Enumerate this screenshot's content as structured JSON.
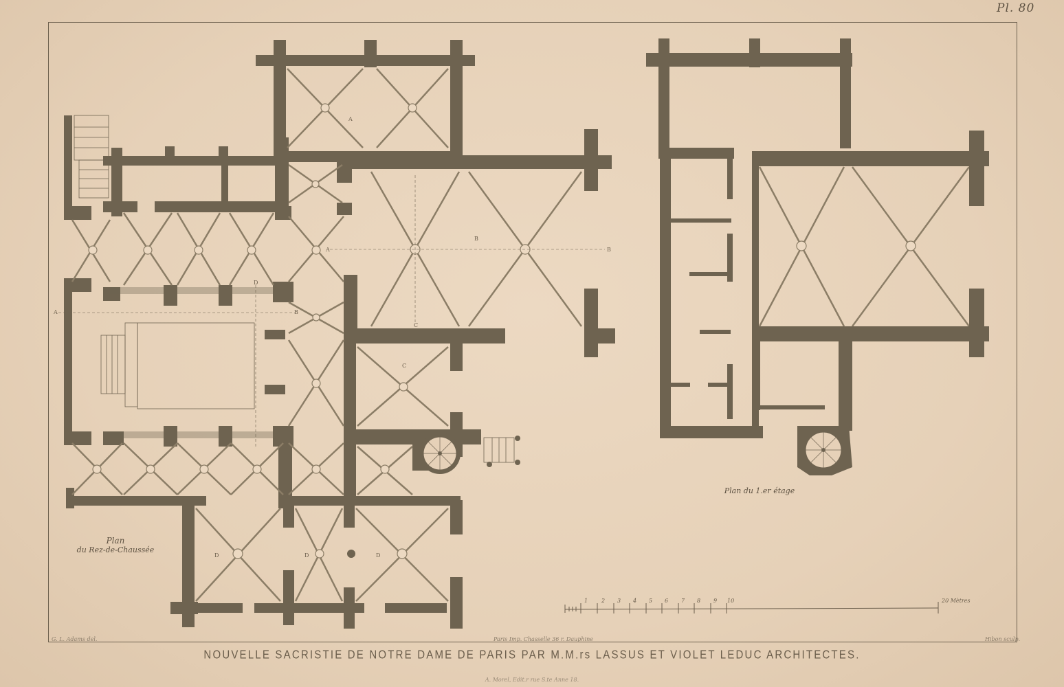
{
  "plate": {
    "number": "Pl. 80",
    "title": "NOUVELLE SACRISTIE DE NOTRE DAME DE PARIS PAR M.M.rs LASSUS ET VIOLET LEDUC ARCHITECTES.",
    "draughtsman": "G. L. Adams del.",
    "printer": "Paris Imp. Chasselle 36 r. Dauphine",
    "engraver": "Hibon sculp.",
    "publisher": "A. Morel, Edit.r rue S.te Anne 18."
  },
  "plans": {
    "ground_floor": {
      "caption_line1": "Plan",
      "caption_line2": "du Rez-de-Chaussée",
      "room_labels": [
        "A",
        "B",
        "C",
        "D",
        "D",
        "D"
      ],
      "section_markers": [
        "A",
        "A",
        "B",
        "B",
        "C",
        "D"
      ]
    },
    "first_floor": {
      "caption": "Plan du 1.er étage"
    }
  },
  "scale": {
    "ticks": [
      "1",
      "2",
      "3",
      "4",
      "5",
      "6",
      "7",
      "8",
      "9",
      "10"
    ],
    "end_label": "20 Mètres"
  },
  "colors": {
    "paper": "#e6d1b8",
    "walls": "#6e6350",
    "ink": "#6a5d4b"
  }
}
